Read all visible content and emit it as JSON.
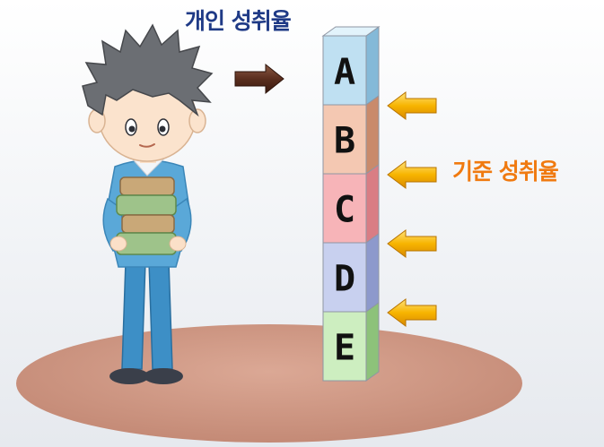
{
  "labels": {
    "personal": "개인 성취율",
    "standard": "기준 성취율"
  },
  "colors": {
    "personal_label": "#1f3a86",
    "standard_label": "#f07a10",
    "floor_ellipse": "#cf9a86",
    "arrow_personal": "#5a2e1e",
    "arrow_standard": "#f5a800"
  },
  "grades": [
    {
      "letter": "A",
      "front": "#bfe0f2",
      "side": "#84b9d8",
      "top": "#e2f3fb"
    },
    {
      "letter": "B",
      "front": "#f4c8b2",
      "side": "#c98a6b",
      "top": "#f9dccd"
    },
    {
      "letter": "C",
      "front": "#f7b4b8",
      "side": "#d97d84",
      "top": "#fbd3d5"
    },
    {
      "letter": "D",
      "front": "#c8d0ef",
      "side": "#8d99cc",
      "top": "#e2e6f8"
    },
    {
      "letter": "E",
      "front": "#cdeec0",
      "side": "#8dc27a",
      "top": "#e5f7dd"
    }
  ]
}
